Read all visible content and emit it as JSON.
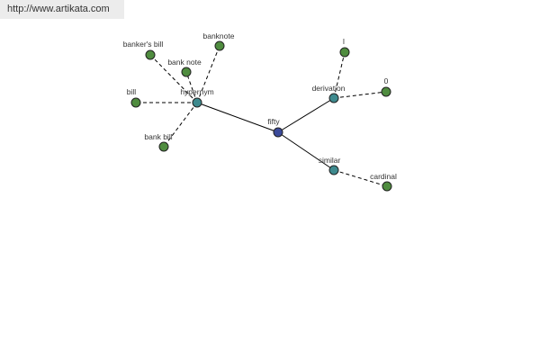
{
  "source_url": "http://www.artikata.com",
  "colors": {
    "center_node": "#3b4a9a",
    "relation_node": "#3e8a8e",
    "leaf_node": "#4f8c3f",
    "node_stroke": "#222222",
    "edge": "#000000"
  },
  "graph": {
    "nodes": [
      {
        "id": "fifty",
        "label": "fifty",
        "kind": "center"
      },
      {
        "id": "hypernym",
        "label": "hypernym",
        "kind": "relation"
      },
      {
        "id": "derivation",
        "label": "derivation",
        "kind": "relation"
      },
      {
        "id": "similar",
        "label": "similar",
        "kind": "relation"
      },
      {
        "id": "bankers_bill",
        "label": "banker's bill",
        "kind": "leaf"
      },
      {
        "id": "banknote",
        "label": "banknote",
        "kind": "leaf"
      },
      {
        "id": "bank_note",
        "label": "bank note",
        "kind": "leaf"
      },
      {
        "id": "bill",
        "label": "bill",
        "kind": "leaf"
      },
      {
        "id": "bank_bill",
        "label": "bank bill",
        "kind": "leaf"
      },
      {
        "id": "l",
        "label": "l",
        "kind": "leaf"
      },
      {
        "id": "zero",
        "label": "0",
        "kind": "leaf"
      },
      {
        "id": "cardinal",
        "label": "cardinal",
        "kind": "leaf"
      }
    ],
    "edges": [
      {
        "from": "fifty",
        "to": "hypernym",
        "style": "solid"
      },
      {
        "from": "fifty",
        "to": "derivation",
        "style": "solid"
      },
      {
        "from": "fifty",
        "to": "similar",
        "style": "solid"
      },
      {
        "from": "hypernym",
        "to": "bankers_bill",
        "style": "dashed"
      },
      {
        "from": "hypernym",
        "to": "banknote",
        "style": "dashed"
      },
      {
        "from": "hypernym",
        "to": "bank_note",
        "style": "dashed"
      },
      {
        "from": "hypernym",
        "to": "bill",
        "style": "dashed"
      },
      {
        "from": "hypernym",
        "to": "bank_bill",
        "style": "dashed"
      },
      {
        "from": "derivation",
        "to": "l",
        "style": "dashed"
      },
      {
        "from": "derivation",
        "to": "zero",
        "style": "dashed"
      },
      {
        "from": "similar",
        "to": "cardinal",
        "style": "dashed"
      }
    ]
  }
}
